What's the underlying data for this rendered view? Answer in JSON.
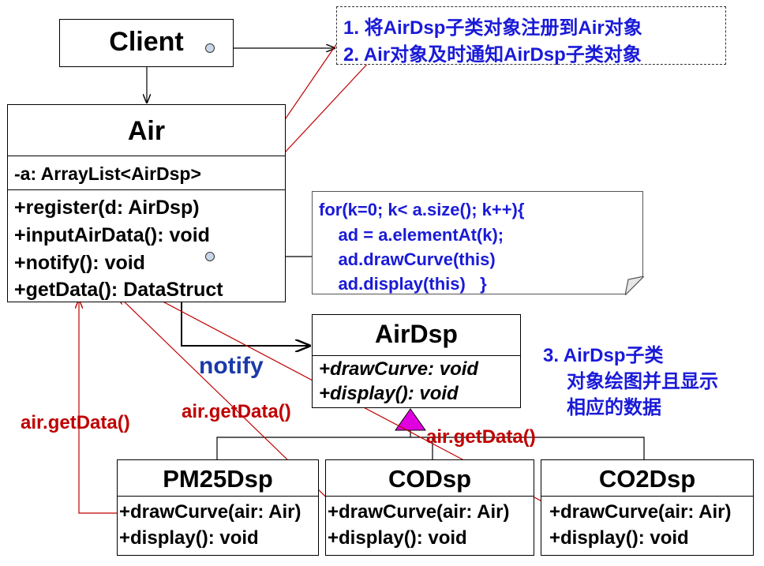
{
  "client": {
    "title": "Client"
  },
  "air": {
    "title": "Air",
    "attribute": "-a: ArrayList<AirDsp>",
    "methods": [
      "+register(d: AirDsp)",
      "+inputAirData(): void",
      "+notify(): void",
      "+getData(): DataStruct"
    ]
  },
  "airdsp": {
    "title": "AirDsp",
    "methods": [
      "+drawCurve: void",
      "+display(): void"
    ]
  },
  "subclasses": [
    {
      "title": "PM25Dsp",
      "methods": [
        "+drawCurve(air: Air)",
        "+display(): void"
      ]
    },
    {
      "title": "CODsp",
      "methods": [
        "+drawCurve(air: Air)",
        "+display(): void"
      ]
    },
    {
      "title": "CO2Dsp",
      "methods": [
        "+drawCurve(air: Air)",
        "+display(): void"
      ]
    }
  ],
  "note_top": {
    "lines": [
      "1.   将AirDsp子类对象注册到Air对象",
      "2.   Air对象及时通知AirDsp子类对象"
    ]
  },
  "note_code": {
    "lines": [
      "for(k=0; k< a.size(); k++){",
      "    ad = a.elementAt(k);",
      "    ad.drawCurve(this)",
      "    ad.display(this)   }"
    ]
  },
  "note_three": {
    "lines": [
      "3. AirDsp子类",
      "对象绘图并且显示",
      "相应的数据"
    ]
  },
  "labels": {
    "notify": "notify",
    "getdata_left": "air.getData()",
    "getdata_mid": "air.getData()",
    "getdata_right": "air.getData()"
  },
  "colors": {
    "note_blue": "#1a1ad8",
    "label_red": "#c00000",
    "triangle": "#e000e0",
    "dot": "#c8d8e8"
  }
}
